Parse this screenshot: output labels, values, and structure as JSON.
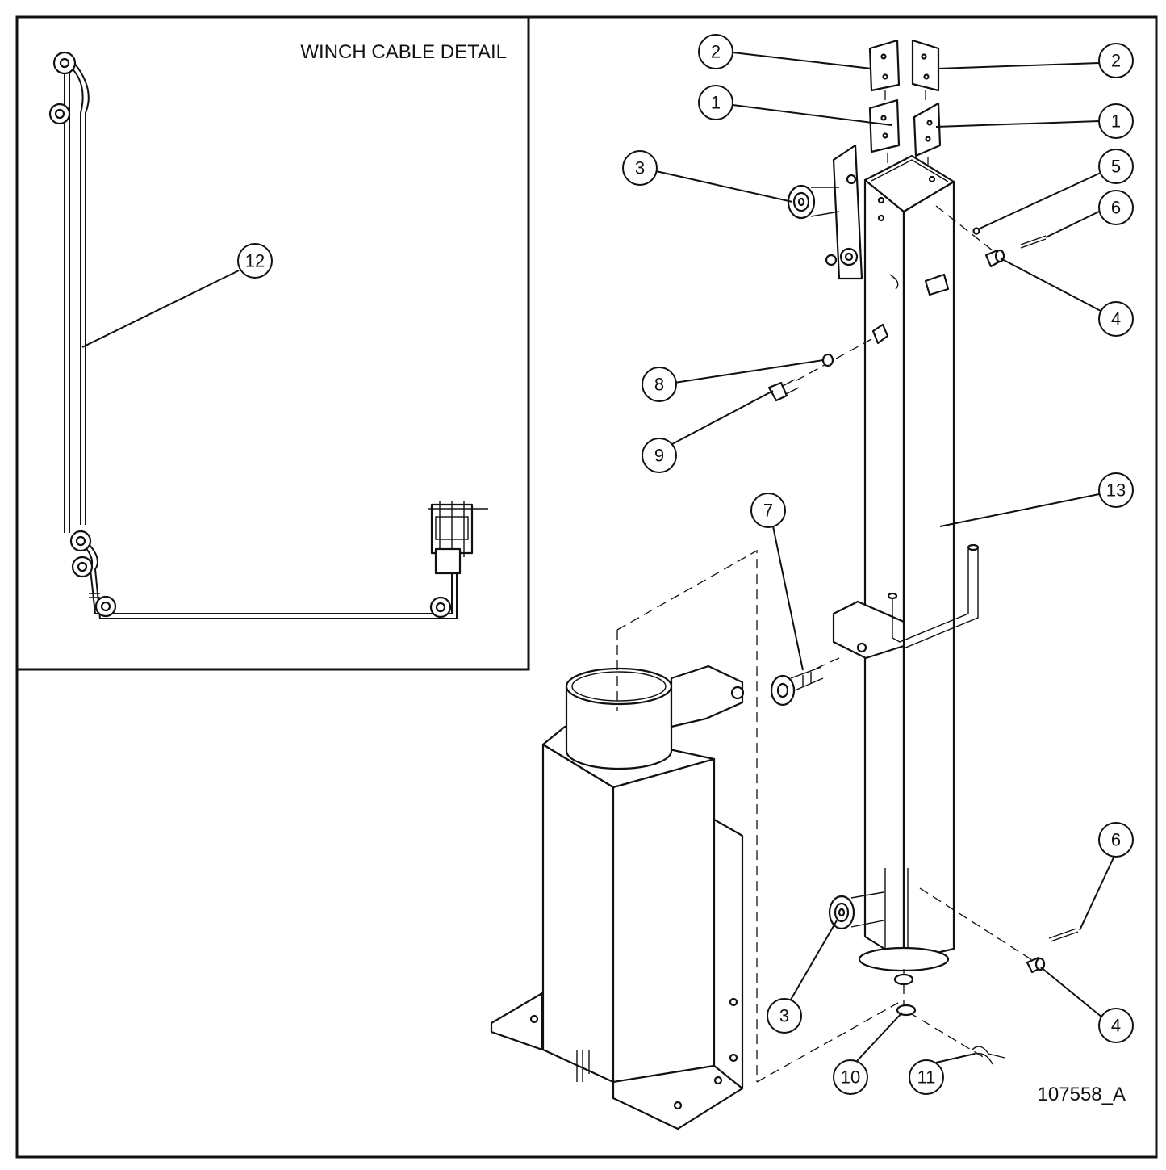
{
  "detail": {
    "title": "WINCH CABLE DETAIL"
  },
  "drawing_number": "107558_A",
  "callouts": [
    {
      "id": "c2a",
      "label": "2"
    },
    {
      "id": "c2b",
      "label": "2"
    },
    {
      "id": "c1a",
      "label": "1"
    },
    {
      "id": "c1b",
      "label": "1"
    },
    {
      "id": "c3a",
      "label": "3"
    },
    {
      "id": "c5",
      "label": "5"
    },
    {
      "id": "c6a",
      "label": "6"
    },
    {
      "id": "c4a",
      "label": "4"
    },
    {
      "id": "c8",
      "label": "8"
    },
    {
      "id": "c9",
      "label": "9"
    },
    {
      "id": "c7",
      "label": "7"
    },
    {
      "id": "c13",
      "label": "13"
    },
    {
      "id": "c12",
      "label": "12"
    },
    {
      "id": "c6b",
      "label": "6"
    },
    {
      "id": "c3b",
      "label": "3"
    },
    {
      "id": "c4b",
      "label": "4"
    },
    {
      "id": "c10",
      "label": "10"
    },
    {
      "id": "c11",
      "label": "11"
    }
  ]
}
